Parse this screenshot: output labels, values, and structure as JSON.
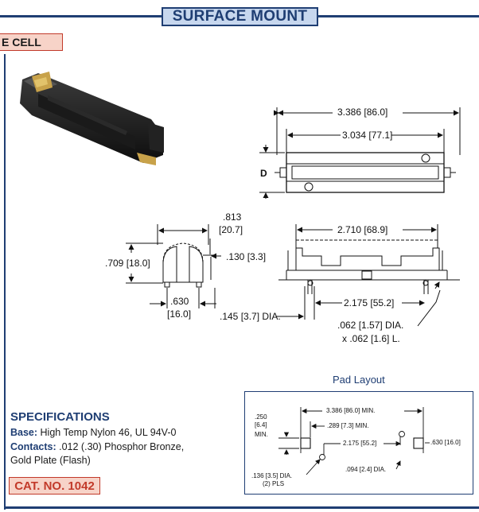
{
  "header": {
    "title": "SURFACE MOUNT",
    "section_tag": "E CELL"
  },
  "top_view": {
    "overall_length": "3.386 [86.0]",
    "inner_length": "3.034 [77.1]",
    "d_label": "D"
  },
  "end_view": {
    "width": ".813",
    "width_mm": "[20.7]",
    "height": ".709 [18.0]",
    "tab": ".130 [3.3]",
    "foot_spacing": ".630",
    "foot_spacing_mm": "[16.0]",
    "pin_dia": ".145 [3.7] DIA."
  },
  "side_view": {
    "length": "2.710 [68.9]",
    "pin_spacing": "2.175 [55.2]",
    "contact_dia": ".062 [1.57] DIA.",
    "contact_len": "x .062 [1.6] L."
  },
  "pad_layout": {
    "title": "Pad Layout",
    "overall": "3.386 [86.0] MIN.",
    "pad_width": ".289 [7.3] MIN.",
    "pad_height_a": ".250",
    "pad_height_b": "[6.4]",
    "pad_height_c": "MIN.",
    "hole_spacing": "2.175 [55.2]",
    "pad_spacing": ".630 [16.0]",
    "hole_dia_a": ".136 [3.5] DIA.",
    "hole_dia_b": "(2) PLS",
    "small_hole": ".094 [2.4] DIA."
  },
  "specs": {
    "title": "SPECIFICATIONS",
    "base_label": "Base:",
    "base_value": " High Temp Nylon 46, UL 94V-0",
    "contacts_label": "Contacts:",
    "contacts_value": " .012 (.30) Phosphor Bronze,",
    "contacts_value2": "Gold Plate (Flash)"
  },
  "catalog": {
    "label": "CAT. NO. 1042"
  },
  "colors": {
    "navy": "#1f3e73",
    "banner_fill": "#c7d7ee",
    "tag_fill": "#f7d3c8",
    "red": "#c23a2a"
  }
}
